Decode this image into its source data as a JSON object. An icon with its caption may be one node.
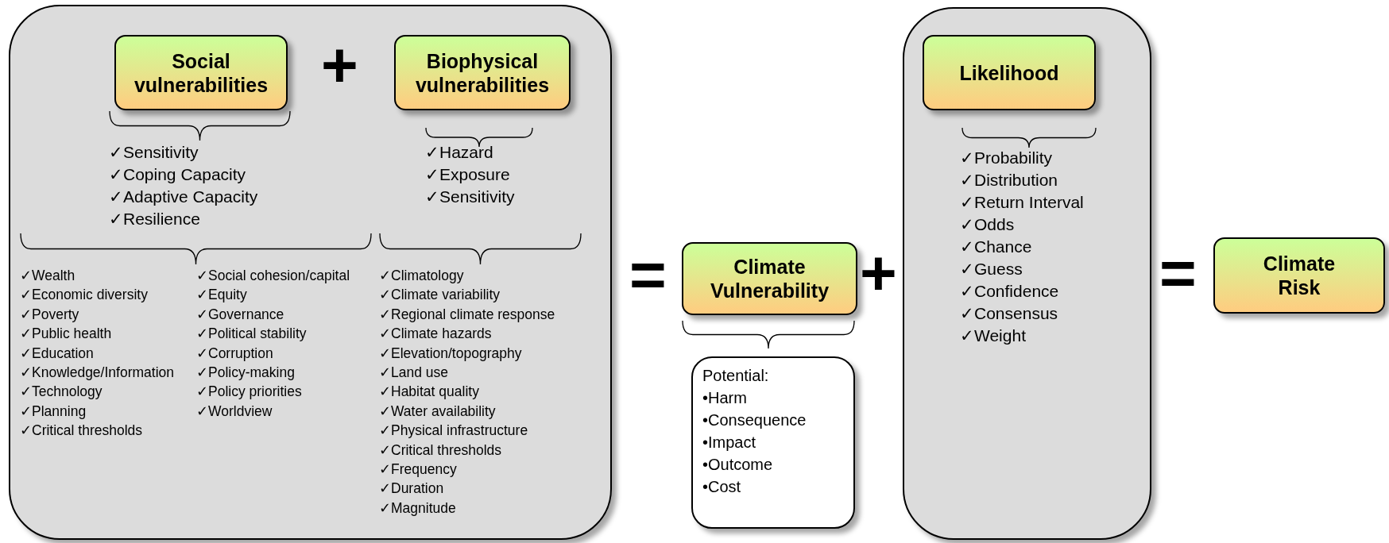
{
  "diagram": {
    "nodes": [
      {
        "text": [],
        "shape": "box"
      },
      {
        "text": [
          "Social vulnerabilities"
        ],
        "in": 0
      },
      {
        "text": [
          "Biophysical vulnerabilities"
        ],
        "in": 0
      },
      {
        "text": [
          "Climate Vulnerability"
        ]
      },
      {
        "text": [
          "Potential:",
          "•Harm",
          "•Consequence",
          "•Impact",
          "•Outcome",
          "•Cost"
        ]
      },
      {
        "text": [],
        "shape": "box"
      },
      {
        "text": [
          "Likelihood"
        ],
        "in": 5
      },
      {
        "text": [
          "Climate Risk"
        ]
      }
    ],
    "labels": [
      "+",
      "✓Sensitivity",
      "✓Coping Capacity",
      "✓Adaptive Capacity",
      "✓Resilience",
      "✓Hazard",
      "✓Exposure",
      "✓Sensitivity",
      "✓Wealth",
      "✓Economic diversity",
      "✓Poverty",
      "✓Public health",
      "✓Education",
      "✓Knowledge/Information",
      "✓Technology",
      "✓Planning",
      "✓Critical thresholds",
      "✓Social cohesion/capital",
      "✓Equity",
      "✓Governance",
      "✓Political stability",
      "✓Corruption",
      "✓Policy-making",
      "✓Policy priorities",
      "✓Worldview",
      "✓Climatology",
      "✓Climate variability",
      "✓Regional climate response",
      "✓Climate hazards",
      "✓Elevation/topography",
      "✓Land use",
      "✓Habitat quality",
      "✓Water availability",
      "✓Physical infrastructure",
      "✓Critical thresholds",
      "✓Frequency",
      "✓Duration",
      "✓Magnitude",
      "=",
      "+",
      "✓Probability",
      "✓Distribution",
      "✓Return Interval",
      "✓Odds",
      "✓Chance",
      "✓Guess",
      "✓Confidence",
      "✓Consensus",
      "✓Weight",
      "="
    ]
  }
}
